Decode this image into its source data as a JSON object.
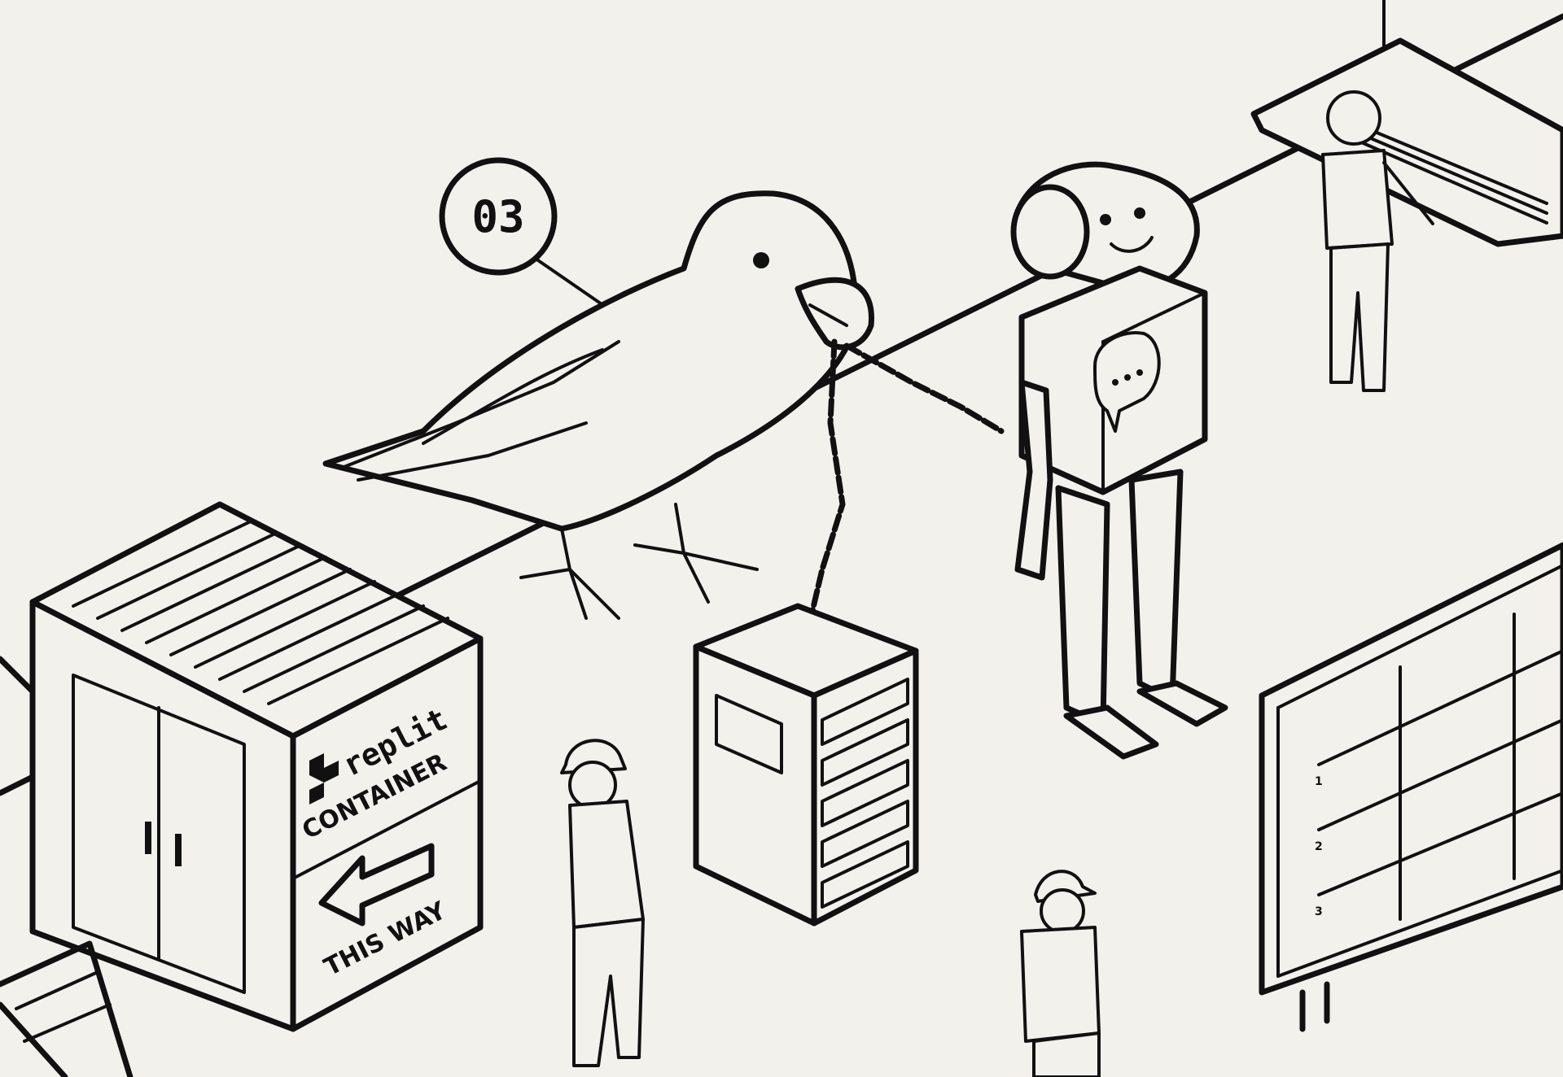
{
  "scene": {
    "background_color": "#f3f1ec",
    "ink_color": "#111111",
    "callout": {
      "number": "03"
    },
    "container": {
      "brand": "replit",
      "title": "CONTAINER",
      "direction_label": "THIS WAY",
      "arrow_icon": "arrow-left-icon"
    },
    "whiteboard": {
      "row_labels": [
        "1",
        "2",
        "3"
      ]
    },
    "robot": {
      "chest_icon": "speech-bubble-ellipsis-icon"
    }
  }
}
